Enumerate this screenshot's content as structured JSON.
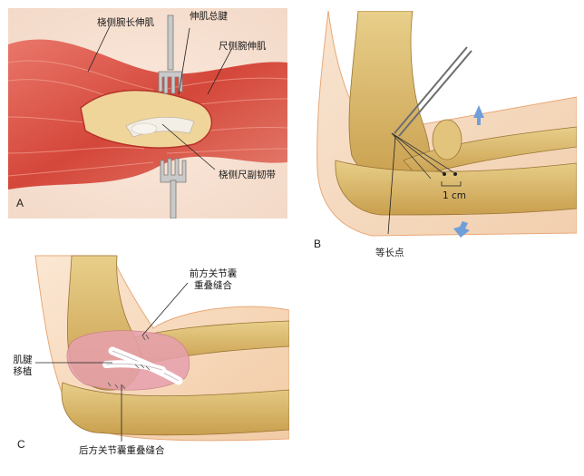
{
  "panels": {
    "a": {
      "letter": "A",
      "labels": {
        "ecrl": "桡侧腕长伸肌",
        "common_extensor": "伸肌总腱",
        "ecu": "尺侧腕伸肌",
        "lucl": "桡侧尺副韧带"
      }
    },
    "b": {
      "letter": "B",
      "labels": {
        "measure": "1 cm",
        "isometric": "等长点"
      }
    },
    "c": {
      "letter": "C",
      "labels": {
        "anterior_line1": "前方关节囊",
        "anterior_line2": "重叠缝合",
        "graft_line1": "肌腱",
        "graft_line2": "移植",
        "posterior": "后方关节囊重叠缝合"
      }
    }
  },
  "colors": {
    "muscle": "#d94a3c",
    "muscle_dark": "#b8322a",
    "bone": "#d9b86a",
    "skin": "#f7d7b8",
    "graft": "#f2ecef",
    "capsule": "#e7a0ae",
    "arrow": "#6f9fd8"
  }
}
